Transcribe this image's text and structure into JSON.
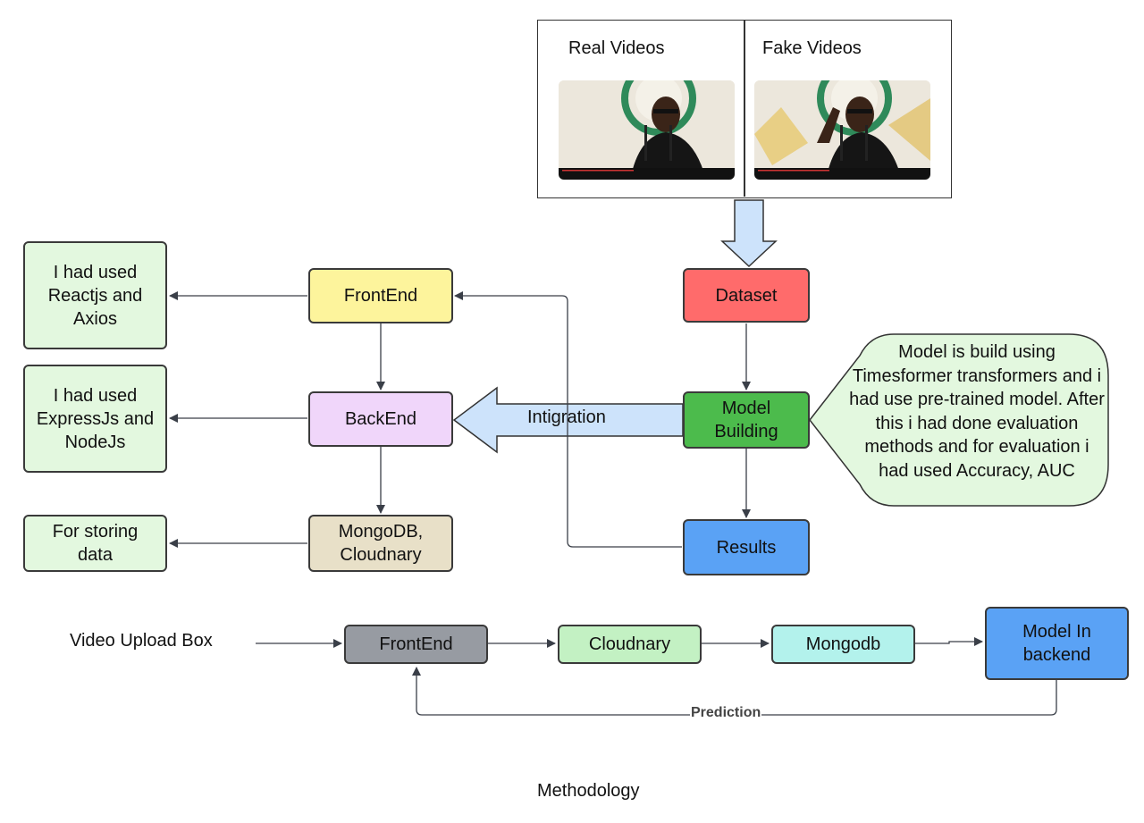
{
  "videos": {
    "real_label": "Real Videos",
    "fake_label": "Fake Videos"
  },
  "nodes": {
    "dataset": "Dataset",
    "model_building": "Model Building",
    "results": "Results",
    "frontend": "FrontEnd",
    "backend": "BackEnd",
    "storage": "MongoDB, Cloudnary",
    "model_note": "Model is build using Timesformer transformers and i had use pre-trained model. After this i had done evaluation methods and for evaluation i had used Accuracy, AUC"
  },
  "notes": {
    "frontend_note": "I had used Reactjs and Axios",
    "backend_note": "I had used ExpressJs and NodeJs",
    "storage_note": "For storing data"
  },
  "integration_label": "Intigration",
  "pipeline": {
    "input_label": "Video Upload Box",
    "frontend": "FrontEnd",
    "cloudnary": "Cloudnary",
    "mongodb": "Mongodb",
    "model_backend": "Model In backend",
    "prediction_label": "Prediction"
  },
  "caption": "Methodology",
  "colors": {
    "dataset": "#ff6b6b",
    "model_building": "#4cbb4c",
    "results": "#5aa2f5",
    "frontend": "#fdf49c",
    "backend": "#f0d6fa",
    "storage": "#e8e0c8",
    "note": "#e3f8df",
    "integration_arrow": "#cde3fb",
    "pipeline_frontend": "#979ba2",
    "pipeline_cloudnary": "#c3f1c3",
    "pipeline_mongodb": "#b3f2ec",
    "pipeline_model": "#5aa2f5"
  }
}
